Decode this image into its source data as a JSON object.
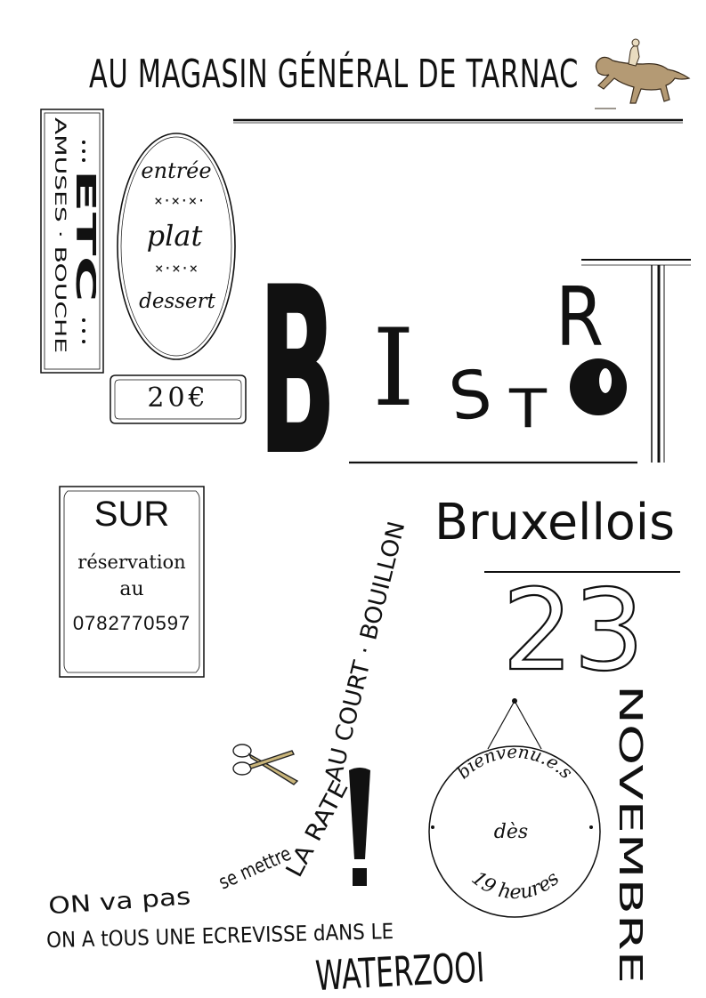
{
  "header": {
    "title": "AU MAGASIN GÉNÉRAL DE TARNAC",
    "horse_icon": "horse-rider-icon"
  },
  "left_column": {
    "amuses_bouche": "AMUSES · BOUCHE",
    "etc": "ETC",
    "menu": {
      "entree": "entrée",
      "sep1": "×·×·×·",
      "plat": "plat",
      "sep2": "×·×·×",
      "dessert": "dessert"
    },
    "price": "20€"
  },
  "main_title": {
    "letters": [
      "B",
      "I",
      "S",
      "T",
      "R",
      "O",
      "T"
    ],
    "subtitle": "Bruxellois"
  },
  "date": {
    "day": "23",
    "month": "NOVEMBRE"
  },
  "reservation": {
    "line1": "SUR",
    "line2": "réservation",
    "line3": "au",
    "phone": "0782770597"
  },
  "curved_text": {
    "line1": "AU COURT · BOUILLON",
    "line2": "LA RATE",
    "line3": "se mettre",
    "scissors_icon": "scissors-icon",
    "exclamation": "!"
  },
  "sign": {
    "arc_top": "bienvenu.e.s",
    "middle": "dès",
    "arc_bottom": "19 heures"
  },
  "footer": {
    "line1": "ON va pas",
    "line2": "ON A tOUS UNE ECREVISSE dANS LE",
    "line3": "WATERZOOI"
  }
}
